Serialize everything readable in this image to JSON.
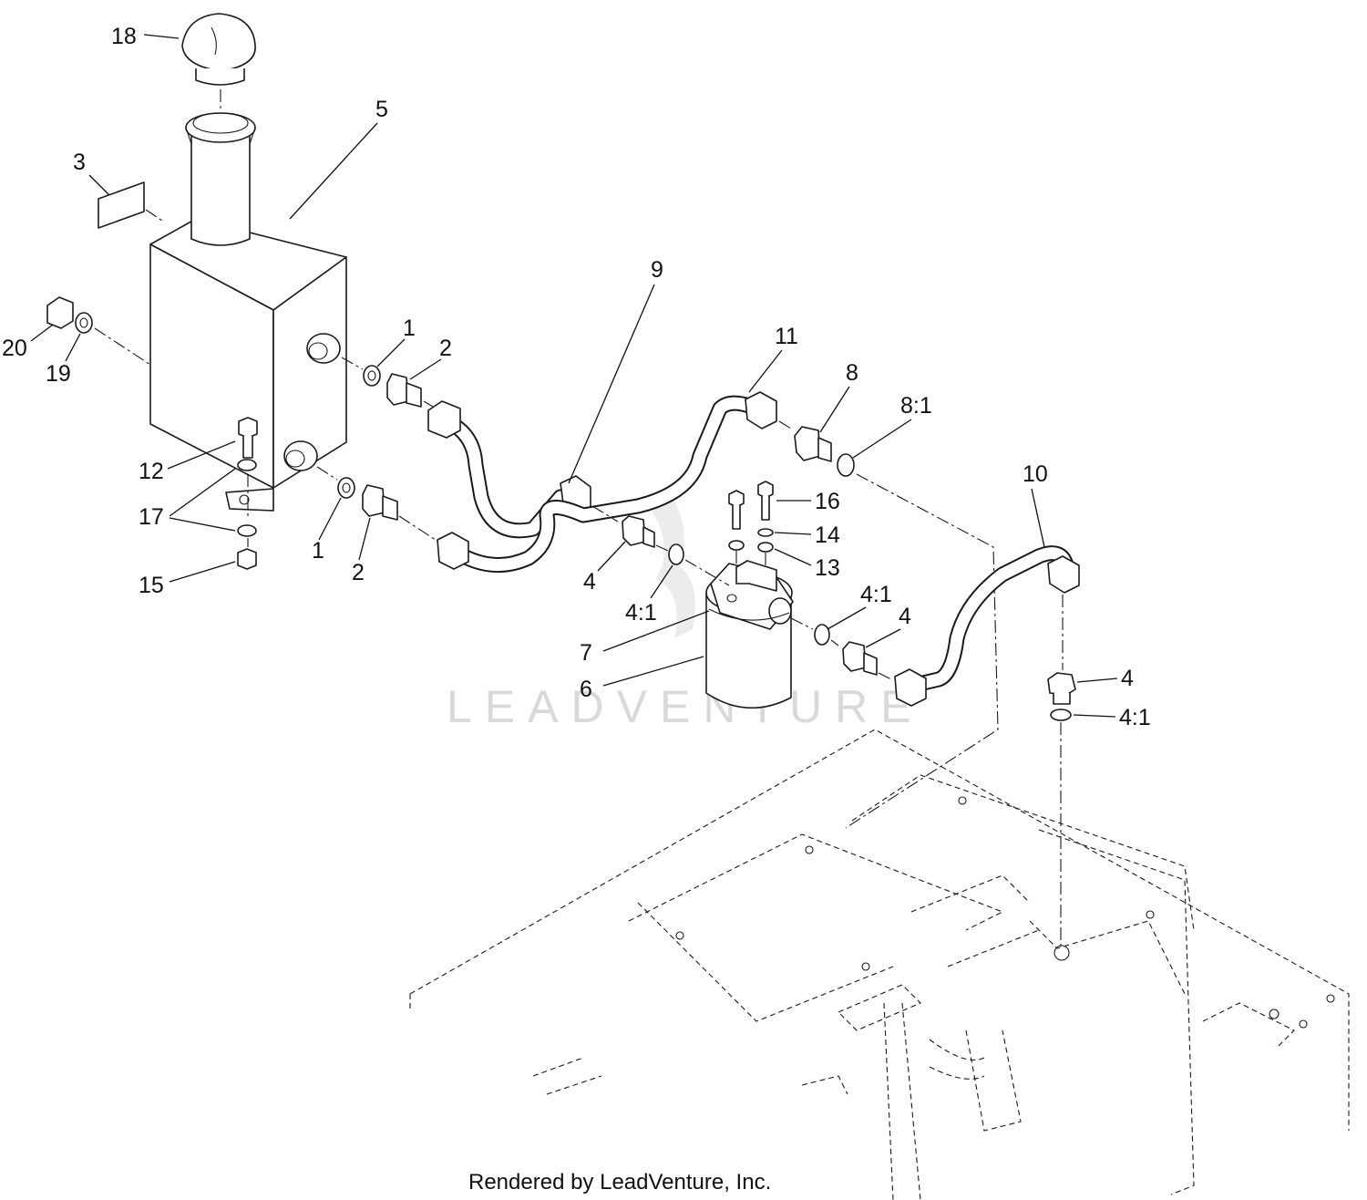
{
  "watermark": "LEADVENTURE",
  "credit": "Rendered by LeadVenture, Inc.",
  "callouts": {
    "c18": "18",
    "c5": "5",
    "c3": "3",
    "c20": "20",
    "c19": "19",
    "c1a": "1",
    "c2a": "2",
    "c1b": "1",
    "c2b": "2",
    "c9": "9",
    "c11": "11",
    "c8": "8",
    "c8_1": "8:1",
    "c12": "12",
    "c17": "17",
    "c15": "15",
    "c10": "10",
    "c16": "16",
    "c14": "14",
    "c13": "13",
    "c4a": "4",
    "c4_1a": "4:1",
    "c4_1b": "4:1",
    "c4b": "4",
    "c7": "7",
    "c6": "6",
    "c4c": "4",
    "c4_1c": "4:1"
  }
}
